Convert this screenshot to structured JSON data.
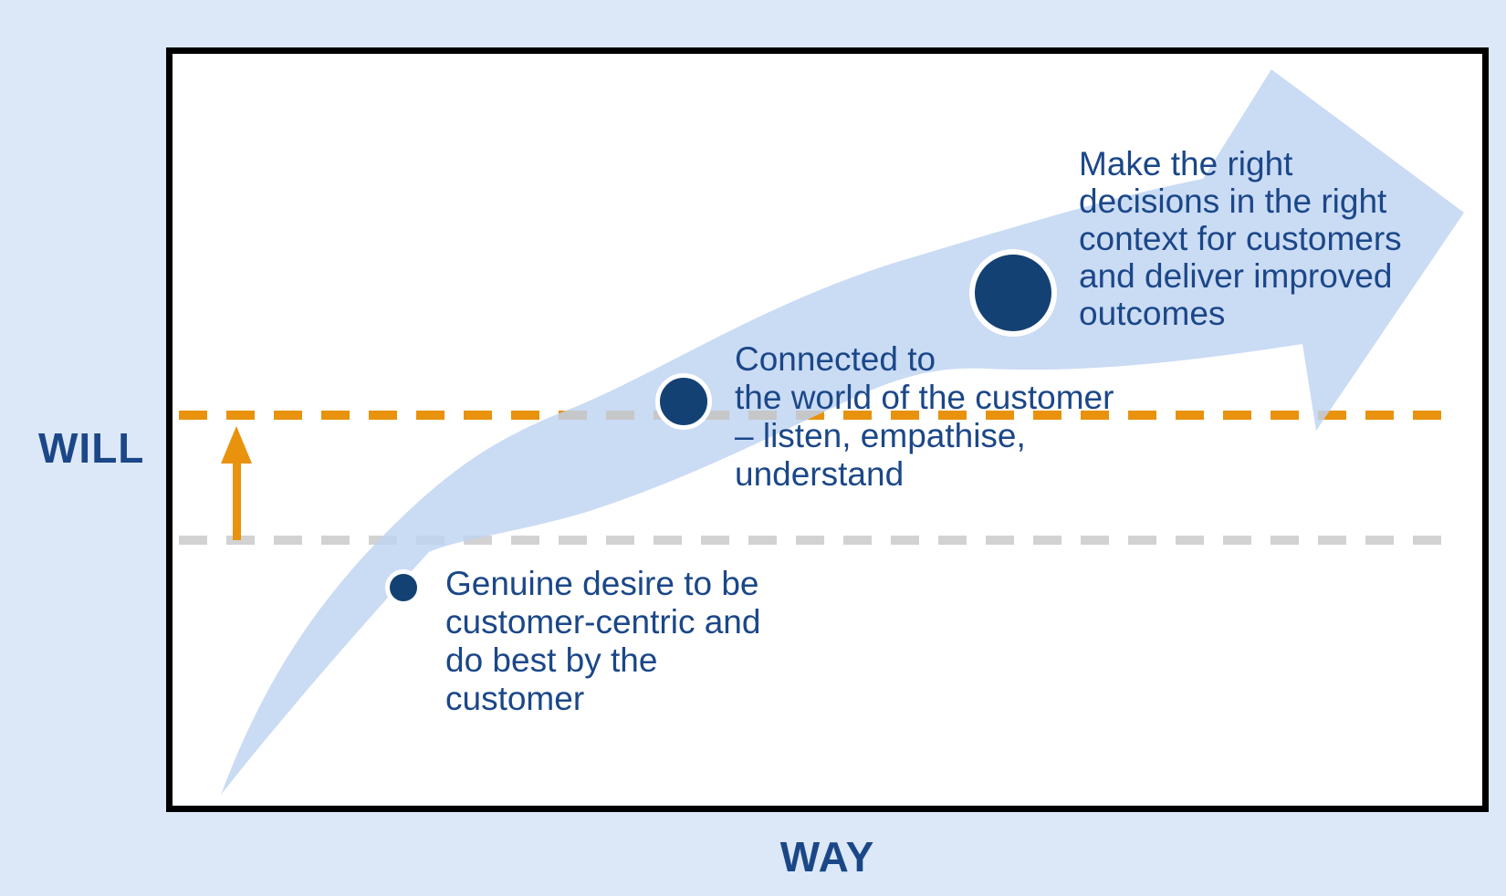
{
  "axes": {
    "y_label": "WILL",
    "x_label": "WAY"
  },
  "milestones": [
    {
      "id": "milestone-1",
      "label_lines": [
        "Genuine desire to be",
        "customer-centric and",
        "do best by the",
        "customer"
      ]
    },
    {
      "id": "milestone-2",
      "label_lines": [
        "Connected to",
        "the world of the customer",
        "– listen, empathise,",
        "understand"
      ]
    },
    {
      "id": "milestone-3",
      "label_lines": [
        "Make the right",
        "decisions in the right",
        "context for customers",
        "and deliver improved",
        "outcomes"
      ]
    }
  ],
  "colors": {
    "slide_background": "#DCE8F7",
    "plot_background": "#FFFFFF",
    "plot_border": "#000000",
    "swoosh_blue": "#CBDCF4",
    "circle_navy": "#144173",
    "text_navy": "#1B4788",
    "target_line_orange": "#E8920D",
    "baseline_gray": "#D2D2D2"
  }
}
